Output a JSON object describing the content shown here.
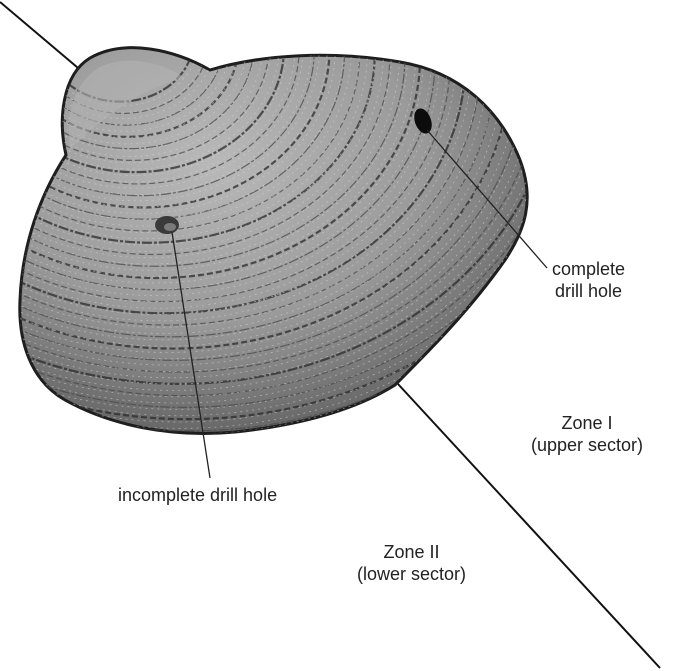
{
  "figure": {
    "colors": {
      "shell_fill": "#9a9a9a",
      "shell_dark": "#2a2a2a",
      "shell_light": "#c8c8c8",
      "line": "#111111",
      "background": "#ffffff"
    },
    "labels": {
      "complete_hole": {
        "line1": "complete",
        "line2": "drill hole"
      },
      "incomplete_hole": "incomplete drill hole",
      "zone_one": {
        "line1": "Zone I",
        "line2": "(upper sector)"
      },
      "zone_two": {
        "line1": "Zone II",
        "line2": "(lower sector)"
      }
    }
  }
}
